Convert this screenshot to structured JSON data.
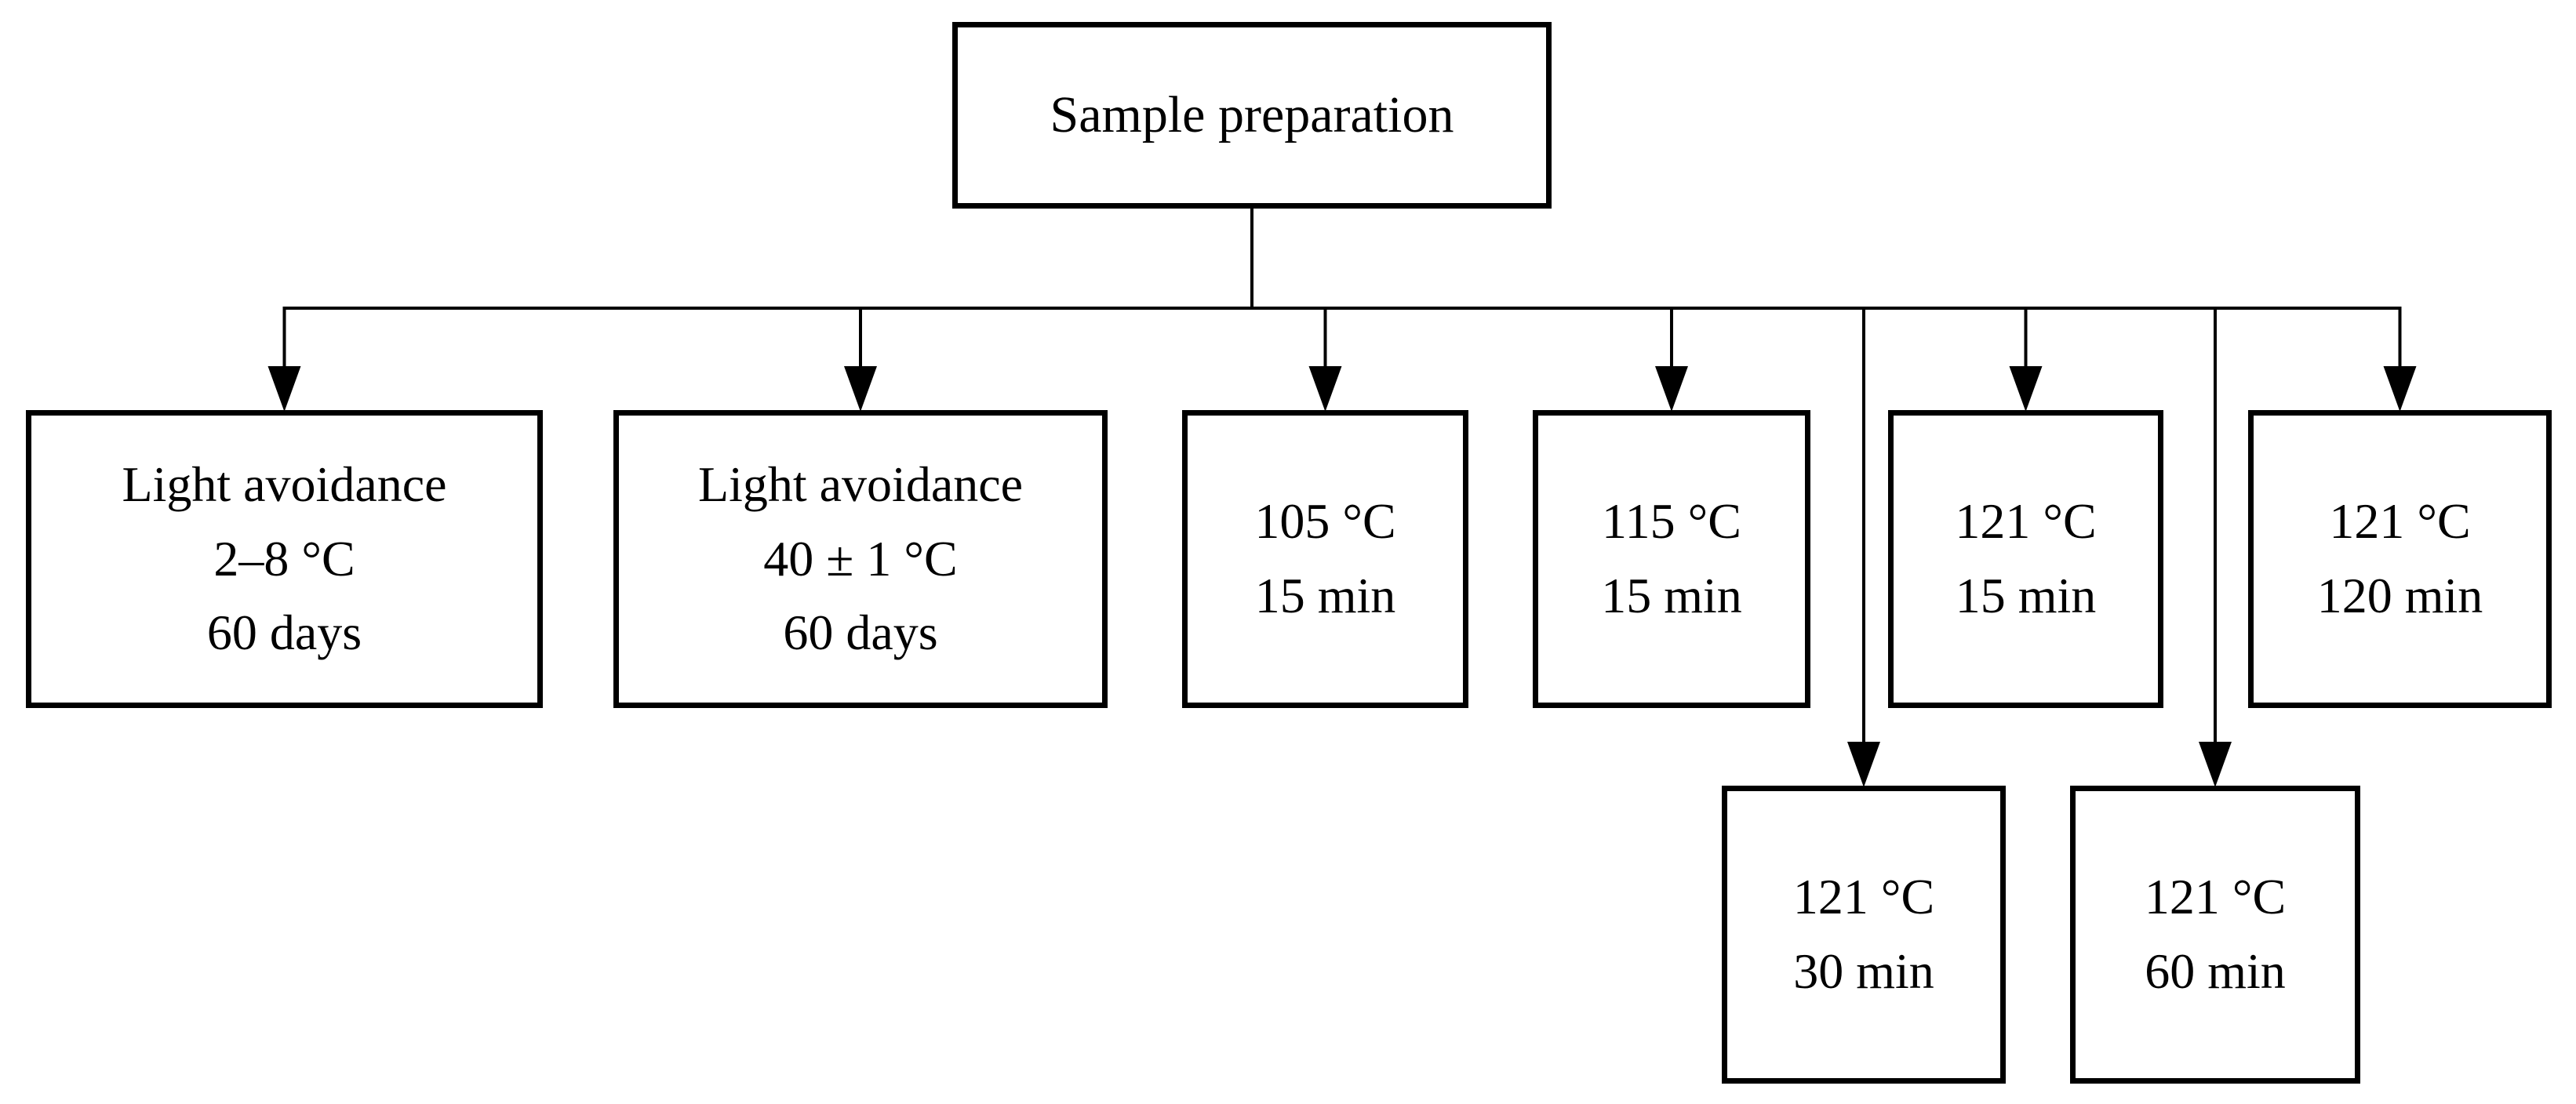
{
  "colors": {
    "background": "#ffffff",
    "box_border": "#000000",
    "connector": "#000000",
    "text": "#000000"
  },
  "nodes": [
    {
      "id": "sample-preparation",
      "lines": [
        "Sample preparation"
      ]
    },
    {
      "id": "light-avoidance-2-8",
      "lines": [
        "Light avoidance",
        "2–8 °C",
        "60 days"
      ]
    },
    {
      "id": "light-avoidance-40-1",
      "lines": [
        "Light avoidance",
        "40 ± 1 °C",
        "60 days"
      ]
    },
    {
      "id": "105c-15min",
      "lines": [
        "105 °C",
        "15 min"
      ]
    },
    {
      "id": "115c-15min",
      "lines": [
        "115 °C",
        "15 min"
      ]
    },
    {
      "id": "121c-15min",
      "lines": [
        "121 °C",
        "15 min"
      ]
    },
    {
      "id": "121c-120min",
      "lines": [
        "121 °C",
        "120 min"
      ]
    },
    {
      "id": "121c-30min",
      "lines": [
        "121 °C",
        "30 min"
      ]
    },
    {
      "id": "121c-60min",
      "lines": [
        "121 °C",
        "60 min"
      ]
    }
  ],
  "edges": [
    {
      "from": "sample-preparation",
      "to": "light-avoidance-2-8"
    },
    {
      "from": "sample-preparation",
      "to": "light-avoidance-40-1"
    },
    {
      "from": "sample-preparation",
      "to": "105c-15min"
    },
    {
      "from": "sample-preparation",
      "to": "115c-15min"
    },
    {
      "from": "sample-preparation",
      "to": "121c-15min"
    },
    {
      "from": "sample-preparation",
      "to": "121c-120min"
    },
    {
      "from": "sample-preparation",
      "to": "121c-30min"
    },
    {
      "from": "sample-preparation",
      "to": "121c-60min"
    }
  ]
}
